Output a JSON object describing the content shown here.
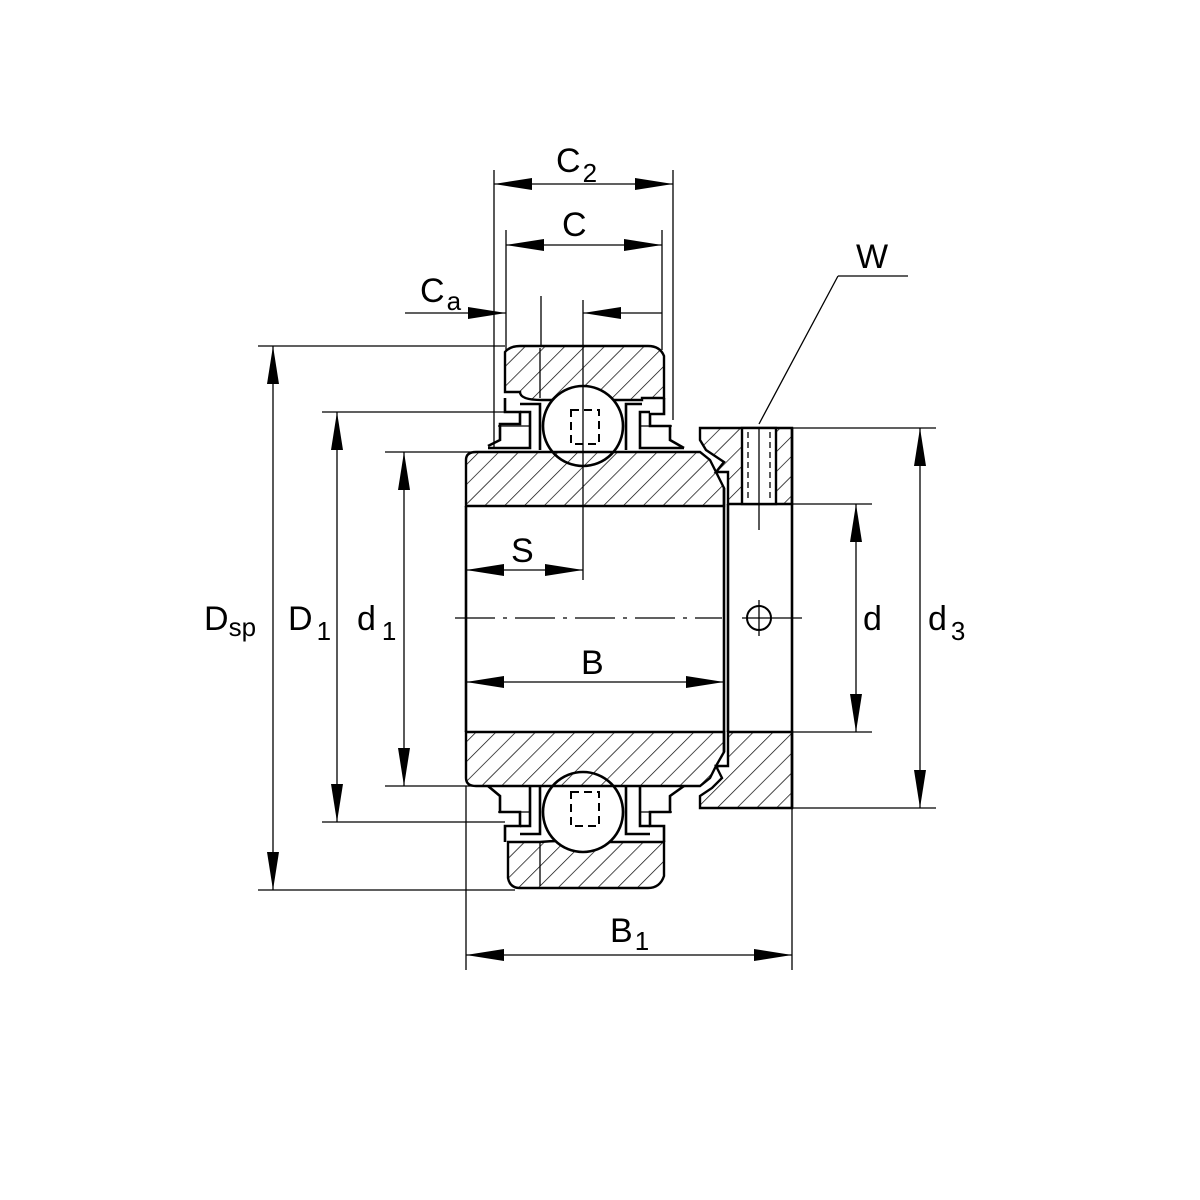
{
  "labels": {
    "c2": {
      "main": "C",
      "sub": "2"
    },
    "c": {
      "main": "C"
    },
    "ca": {
      "main": "C",
      "sub": "a"
    },
    "w": {
      "main": "W"
    },
    "s": {
      "main": "S"
    },
    "b": {
      "main": "B"
    },
    "b1": {
      "main": "B",
      "sub": "1"
    },
    "dsp": {
      "main": "D",
      "sub": "sp"
    },
    "D1": {
      "main": "D",
      "sub": "1"
    },
    "d1": {
      "main": "d",
      "sub": "1"
    },
    "d": {
      "main": "d"
    },
    "d3": {
      "main": "d",
      "sub": "3"
    }
  },
  "colors": {
    "line": "#000000",
    "background": "#ffffff"
  }
}
